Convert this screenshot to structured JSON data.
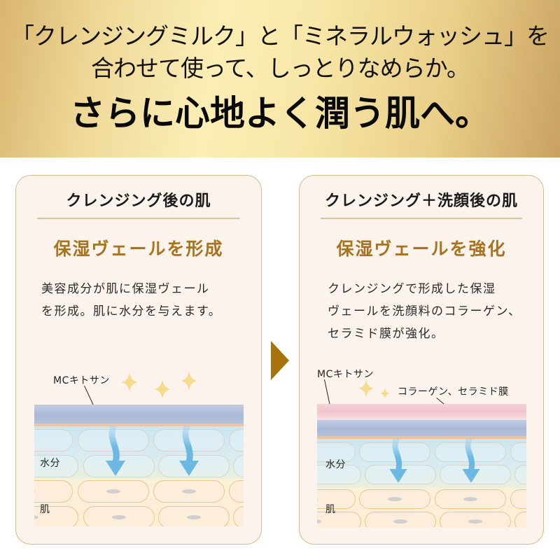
{
  "hero": {
    "line1": "「クレンジングミルク」と「ミネラルウォッシュ」を",
    "line2": "合わせて使って、しっとりなめらか。",
    "line3": "さらに心地よく潤う肌へ。"
  },
  "cards": [
    {
      "title": "クレンジング後の肌",
      "subtitle": "保湿ヴェールを形成",
      "desc_lines": [
        "美容成分が肌に保湿ヴェール",
        "を形成。肌に水分を与えます。"
      ],
      "diagram": {
        "labels": {
          "chitosan": "MCキトサン",
          "water": "水分",
          "skin": "肌"
        },
        "sparkle_count": 3
      }
    },
    {
      "title": "クレンジング＋洗顔後の肌",
      "subtitle": "保湿ヴェールを強化",
      "desc_lines": [
        "クレンジングで形成した保湿",
        "ヴェールを洗顔料のコラーゲン、",
        "セラミド膜が強化。"
      ],
      "diagram": {
        "labels": {
          "chitosan": "MCキトサン",
          "collagen": "コラーゲン、セラミド膜",
          "water": "水分",
          "skin": "肌"
        },
        "sparkle_count": 2
      }
    }
  ],
  "colors": {
    "accent_gold": "#a8731f",
    "arrow_brown": "#a8730d",
    "card_bg": "#fcf4ec",
    "card_border": "#d3b889",
    "water_arrow": "#6bb8e3"
  },
  "icons": {
    "next": "right-triangle-icon",
    "sparkle": "sparkle-icon",
    "water_arrow": "down-arrow-icon"
  }
}
